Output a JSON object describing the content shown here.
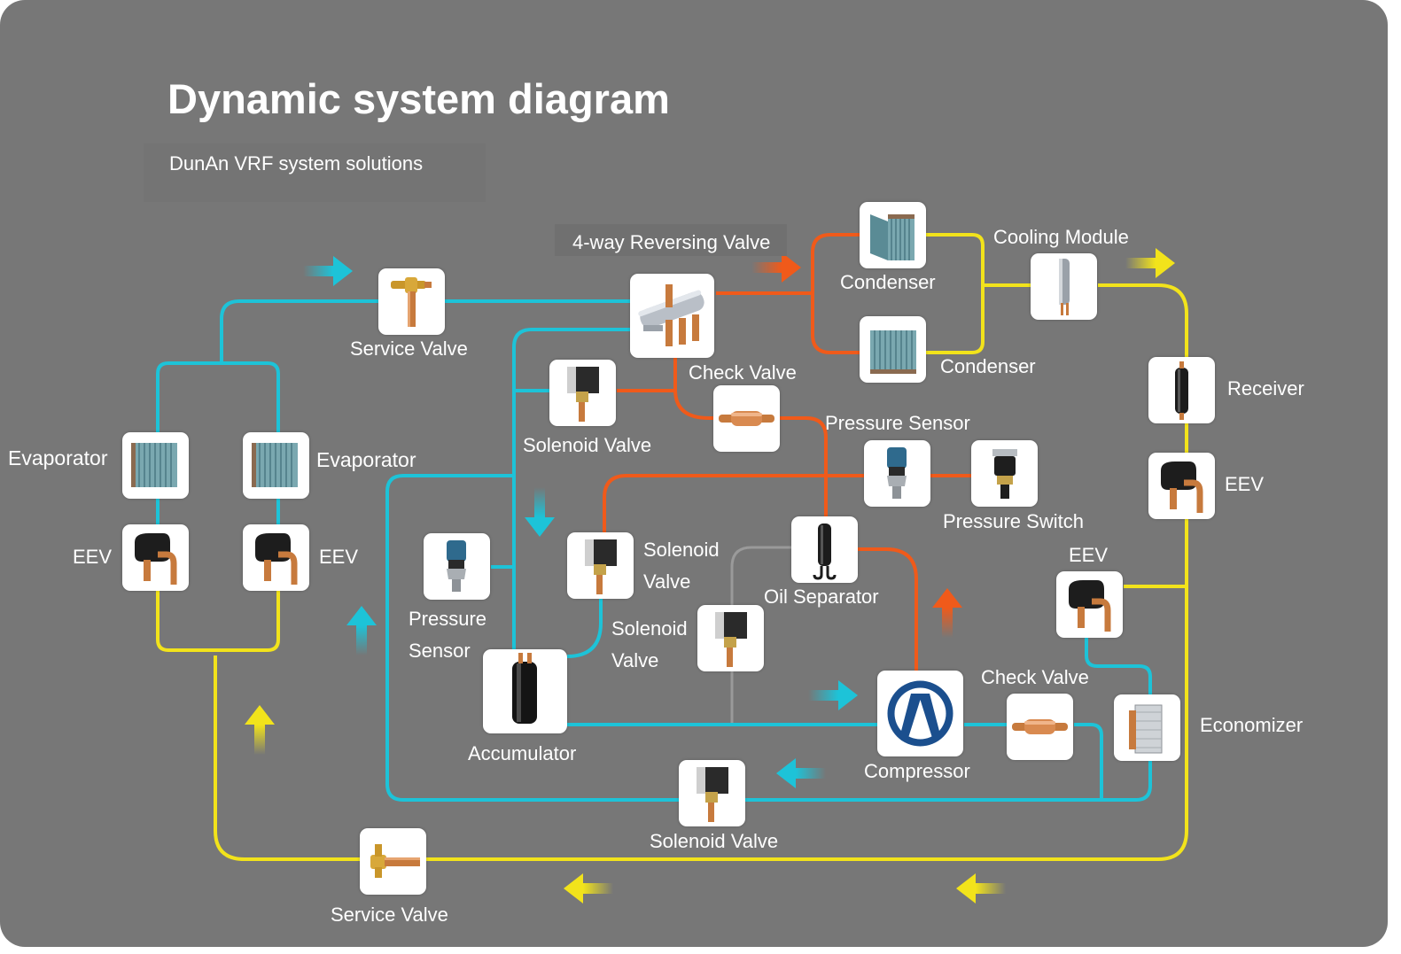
{
  "header": {
    "title": "Dynamic system diagram",
    "subtitle": "DunAn VRF system solutions"
  },
  "colors": {
    "background": "#777777",
    "low_pressure_line": "#1dc3d8",
    "high_pressure_line": "#f05a1a",
    "liquid_line": "#f2e31b",
    "oil_return_line": "#9a9a9a"
  },
  "labels": {
    "rv": "4-way Reversing Valve",
    "condenser_top": "Condenser",
    "condenser_bottom": "Condenser",
    "cooling_module": "Cooling Module",
    "service_valve_top": "Service Valve",
    "service_valve_bottom": "Service Valve",
    "check_valve_top": "Check Valve",
    "check_valve_bottom": "Check Valve",
    "solenoid_top": "Solenoid Valve",
    "solenoid_bottom": "Solenoid Valve",
    "solenoid_mid_a": "Solenoid",
    "solenoid_mid_b": "Valve",
    "solenoid_mid2_a": "Solenoid",
    "solenoid_mid2_b": "Valve",
    "pressure_sensor_top": "Pressure Sensor",
    "pressure_sensor_left_a": "Pressure",
    "pressure_sensor_left_b": "Sensor",
    "pressure_switch": "Pressure Switch",
    "oil_separator": "Oil Separator",
    "accumulator": "Accumulator",
    "compressor": "Compressor",
    "receiver": "Receiver",
    "economizer": "Economizer",
    "eev_right": "EEV",
    "eev_mid": "EEV",
    "eev_left1": "EEV",
    "eev_left2": "EEV",
    "evaporator_left": "Evaporator",
    "evaporator_right": "Evaporator"
  },
  "icons": [
    "coil-icon",
    "service-valve-icon",
    "reversing-valve-icon",
    "check-valve-icon",
    "solenoid-valve-icon",
    "pressure-sensor-icon",
    "pressure-switch-icon",
    "oil-separator-icon",
    "accumulator-icon",
    "compressor-logo-icon",
    "receiver-icon",
    "eev-icon",
    "economizer-icon",
    "flow-arrow-icon"
  ]
}
